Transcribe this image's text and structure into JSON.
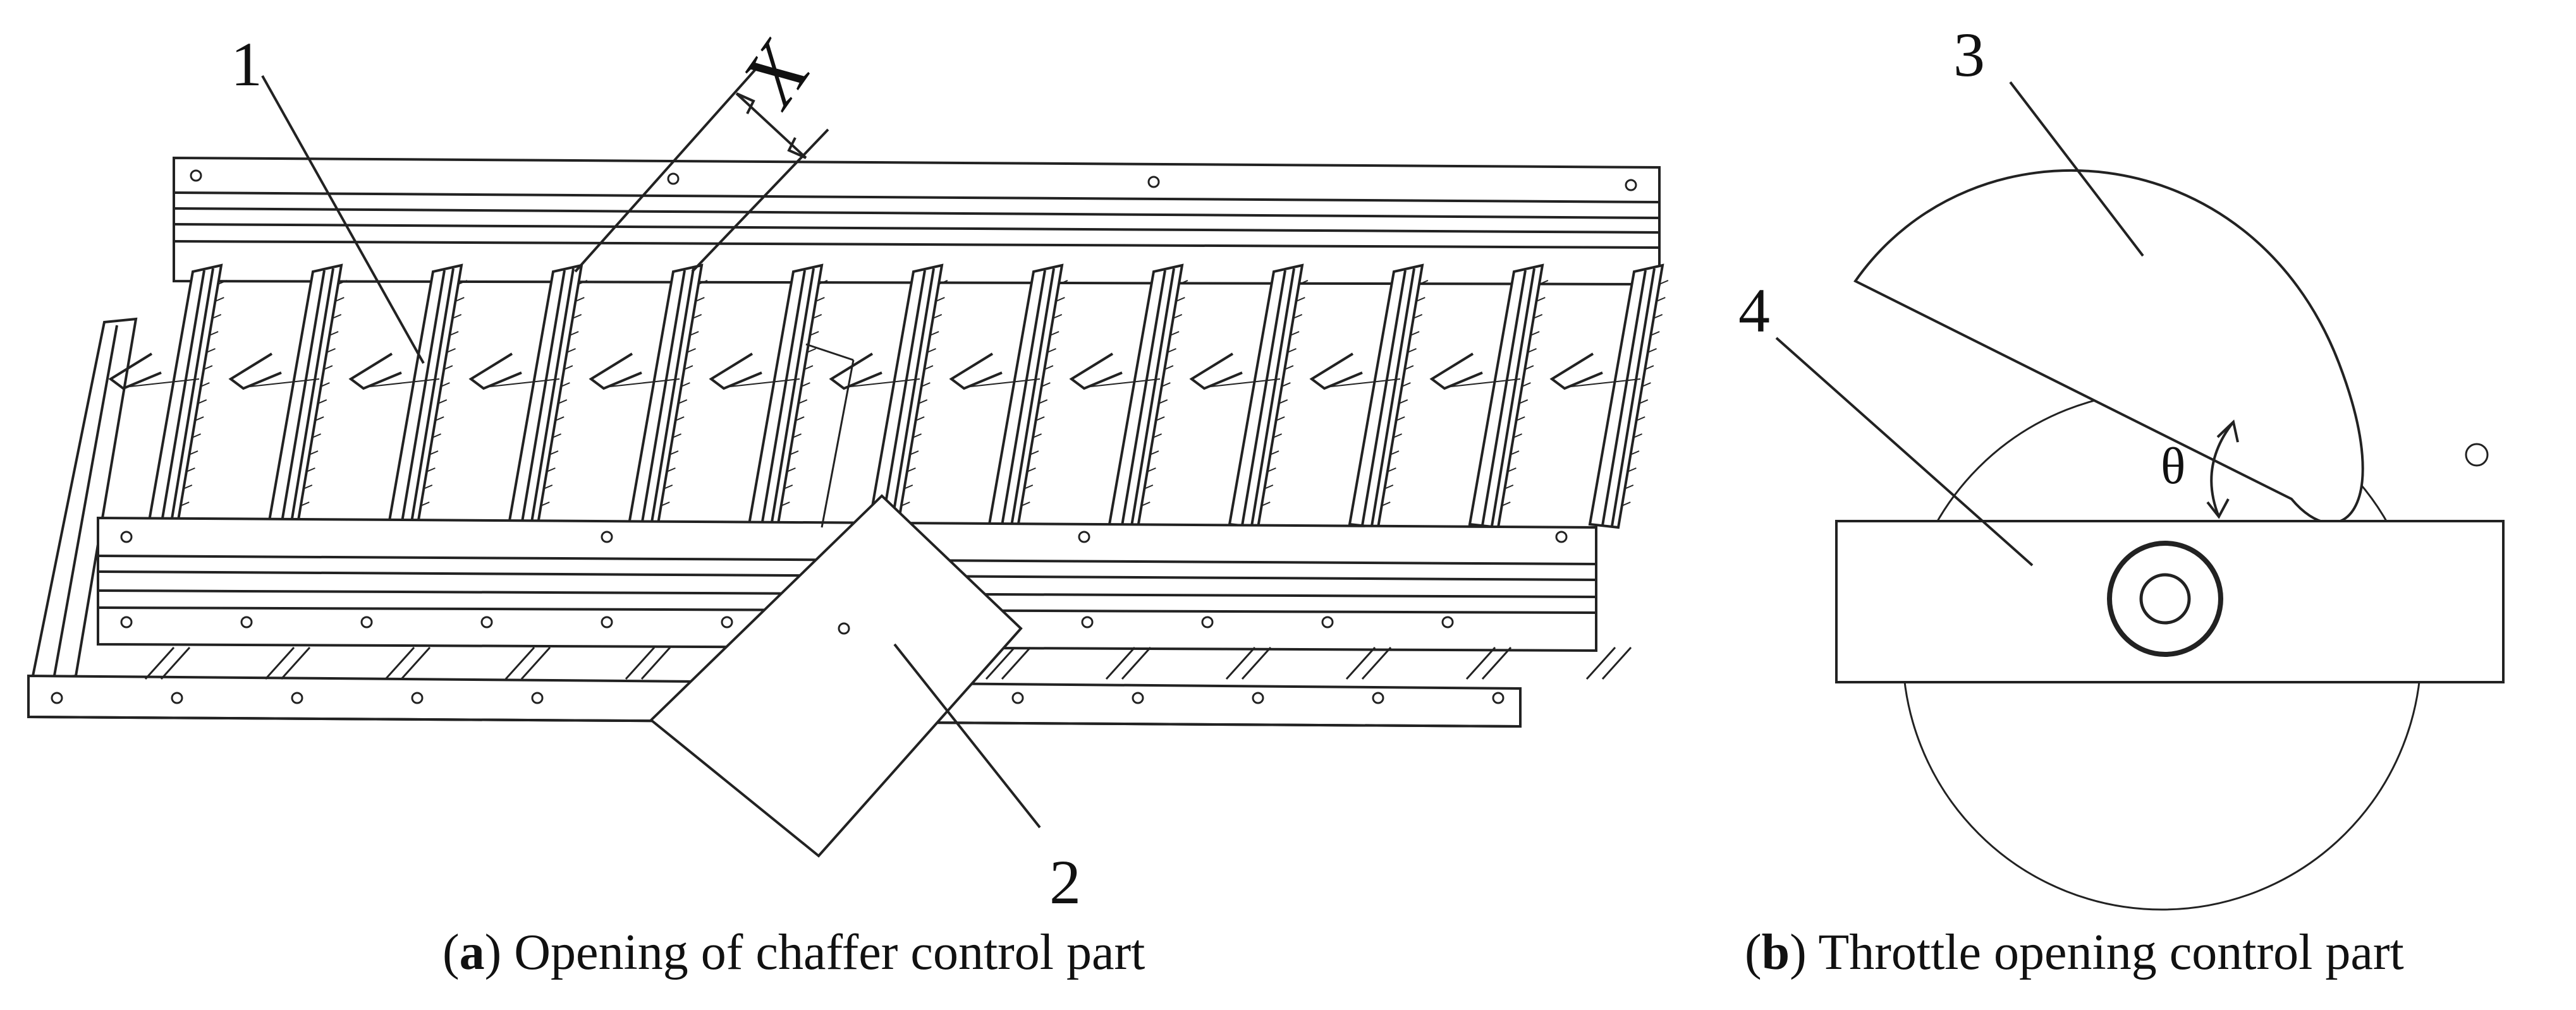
{
  "panels": [
    {
      "id": "a",
      "tag": "a",
      "caption": "Opening of chaffer control part",
      "callouts": [
        "1",
        "2"
      ],
      "dimension_label": "X"
    },
    {
      "id": "b",
      "tag": "b",
      "caption": "Throttle opening control part",
      "callouts": [
        "3",
        "4"
      ],
      "angle_label": "θ"
    }
  ]
}
